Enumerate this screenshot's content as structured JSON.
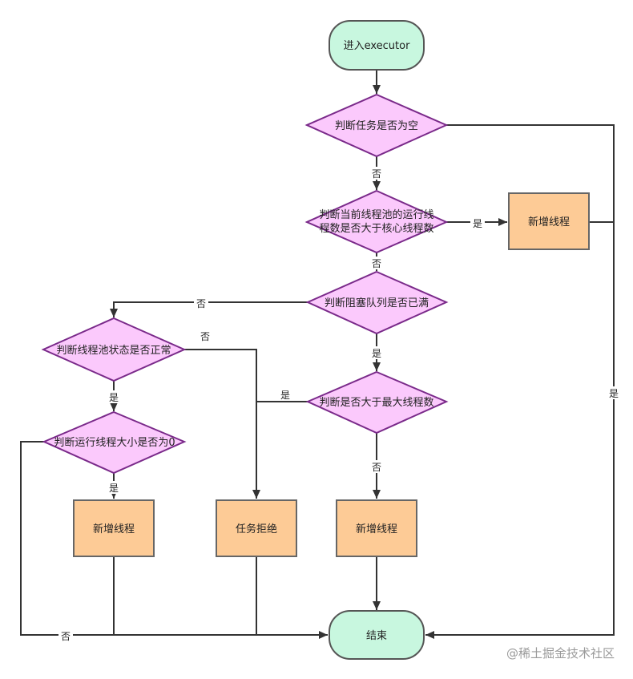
{
  "colors": {
    "terminal_fill": "#c8f7df",
    "terminal_stroke": "#555555",
    "decision_fill": "#fbc9fc",
    "decision_stroke": "#7a2a8a",
    "process_fill": "#fdcb96",
    "process_stroke": "#666666",
    "edge": "#333333"
  },
  "nodes": {
    "start": "进入executor",
    "d_task_empty": "判断任务是否为空",
    "d_running_gt_core": [
      "判断当前线程池的运行线",
      "程数是否大于核心线程数"
    ],
    "add_thread_right": "新增线程",
    "d_queue_full": "判断阻塞队列是否已满",
    "d_pool_normal": "判断线程池状态是否正常",
    "d_gt_max": "判断是否大于最大线程数",
    "d_running_zero": "判断运行线程大小是否为0",
    "add_thread_left": "新增线程",
    "reject_task": "任务拒绝",
    "add_thread_mid": "新增线程",
    "end": "结束"
  },
  "edge_labels": {
    "yes": "是",
    "no": "否"
  },
  "watermark": "@稀土掘金技术社区"
}
